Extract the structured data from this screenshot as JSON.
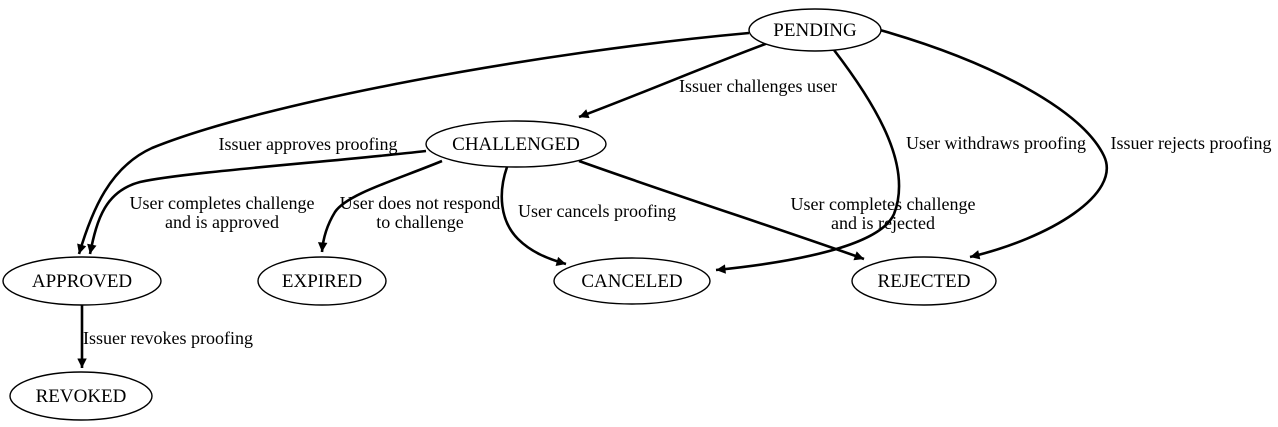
{
  "diagram": {
    "type": "state-machine-graph",
    "colors": {
      "background": "#ffffff",
      "line": "#000000",
      "text": "#000000",
      "node_fill": "#ffffff"
    },
    "nodes": [
      {
        "id": "pending",
        "label": "PENDING"
      },
      {
        "id": "challenged",
        "label": "CHALLENGED"
      },
      {
        "id": "approved",
        "label": "APPROVED"
      },
      {
        "id": "expired",
        "label": "EXPIRED"
      },
      {
        "id": "canceled",
        "label": "CANCELED"
      },
      {
        "id": "rejected",
        "label": "REJECTED"
      },
      {
        "id": "revoked",
        "label": "REVOKED"
      }
    ],
    "edges": [
      {
        "from": "PENDING",
        "to": "CHALLENGED",
        "label": "Issuer challenges user",
        "lines": [
          "Issuer challenges user"
        ]
      },
      {
        "from": "PENDING",
        "to": "APPROVED",
        "label": "Issuer approves proofing",
        "lines": [
          "Issuer approves proofing"
        ]
      },
      {
        "from": "PENDING",
        "to": "CANCELED",
        "label": "User withdraws proofing",
        "lines": [
          "User withdraws proofing"
        ]
      },
      {
        "from": "PENDING",
        "to": "REJECTED",
        "label": "Issuer rejects proofing",
        "lines": [
          "Issuer rejects proofing"
        ]
      },
      {
        "from": "CHALLENGED",
        "to": "APPROVED",
        "label": "User completes challenge and is approved",
        "lines": [
          "User completes challenge",
          "and is approved"
        ]
      },
      {
        "from": "CHALLENGED",
        "to": "EXPIRED",
        "label": "User does not respond to challenge",
        "lines": [
          "User does not respond",
          "to challenge"
        ]
      },
      {
        "from": "CHALLENGED",
        "to": "CANCELED",
        "label": "User cancels proofing",
        "lines": [
          "User cancels proofing"
        ]
      },
      {
        "from": "CHALLENGED",
        "to": "REJECTED",
        "label": "User completes challenge and is rejected",
        "lines": [
          "User completes challenge",
          "and is rejected"
        ]
      },
      {
        "from": "APPROVED",
        "to": "REVOKED",
        "label": "Issuer revokes proofing",
        "lines": [
          "Issuer revokes proofing"
        ]
      }
    ]
  }
}
